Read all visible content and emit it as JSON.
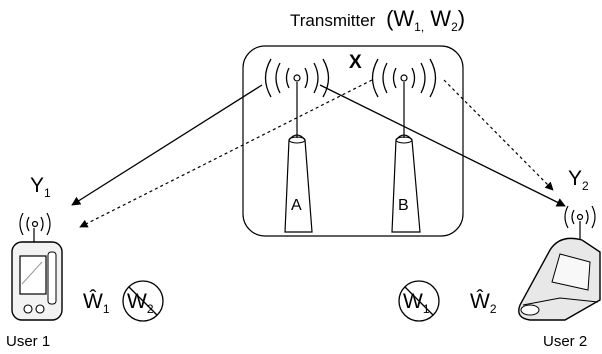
{
  "transmitter": {
    "label": "Transmitter",
    "tuple_open": "(W",
    "sub1": "1,",
    "mid": " W",
    "sub2": "2",
    "tuple_close": ")",
    "signal_label": "X",
    "antenna_a": "A",
    "antenna_b": "B"
  },
  "user1": {
    "label": "User 1",
    "output_label": "Y",
    "output_sub": "1",
    "decoded": "Ŵ",
    "decoded_sub": "1",
    "blocked": "W",
    "blocked_sub": "2"
  },
  "user2": {
    "label": "User 2",
    "output_label": "Y",
    "output_sub": "2",
    "decoded": "Ŵ",
    "decoded_sub": "2",
    "blocked": "W",
    "blocked_sub": "1"
  }
}
